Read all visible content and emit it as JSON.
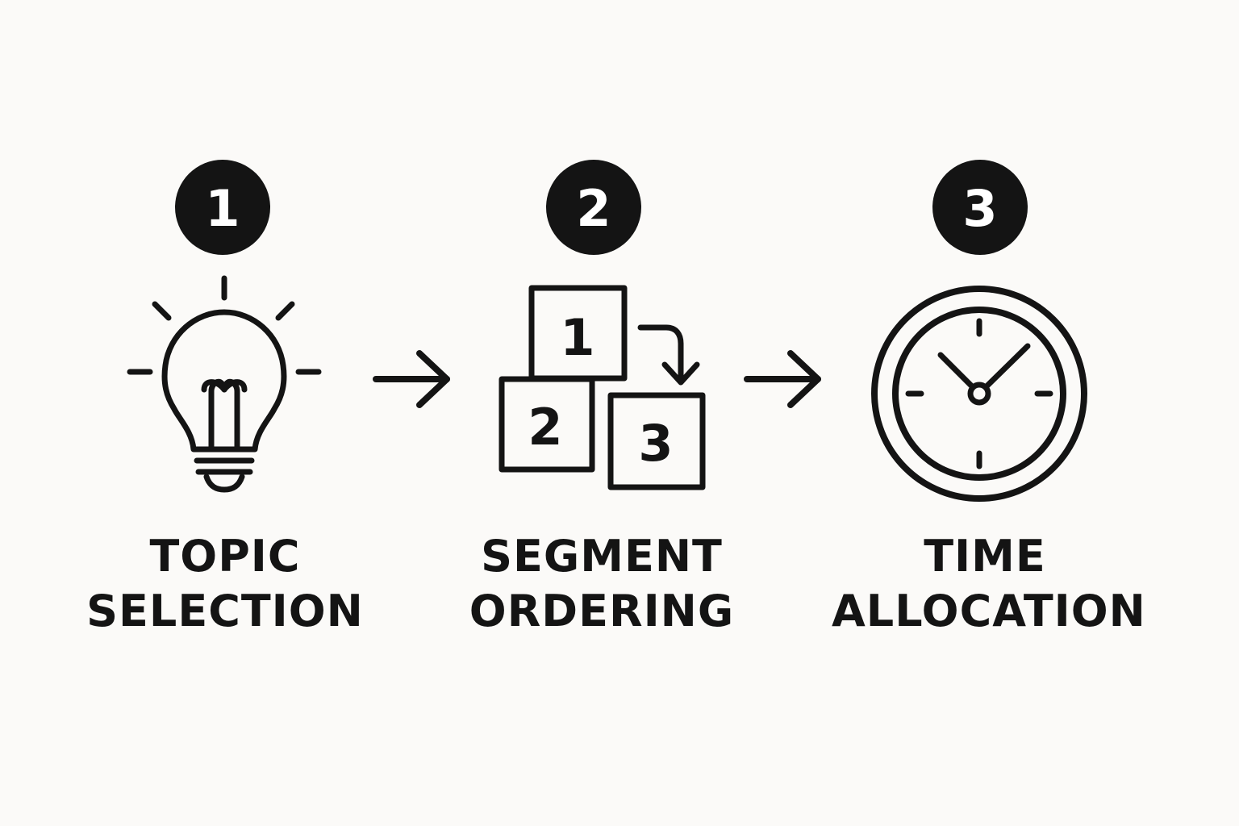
{
  "steps": [
    {
      "number": "1",
      "icon": "lightbulb-icon",
      "label_line1": "TOPIC",
      "label_line2": "SELECTION"
    },
    {
      "number": "2",
      "icon": "numbered-blocks-icon",
      "blocks": [
        "1",
        "2",
        "3"
      ],
      "label_line1": "SEGMENT",
      "label_line2": "ORDERING"
    },
    {
      "number": "3",
      "icon": "clock-icon",
      "label_line1": "TIME",
      "label_line2": "ALLOCATION"
    }
  ],
  "connector_icon": "right-arrow-icon",
  "colors": {
    "background": "#fbfaf8",
    "ink": "#141414",
    "badge_text": "#ffffff"
  }
}
